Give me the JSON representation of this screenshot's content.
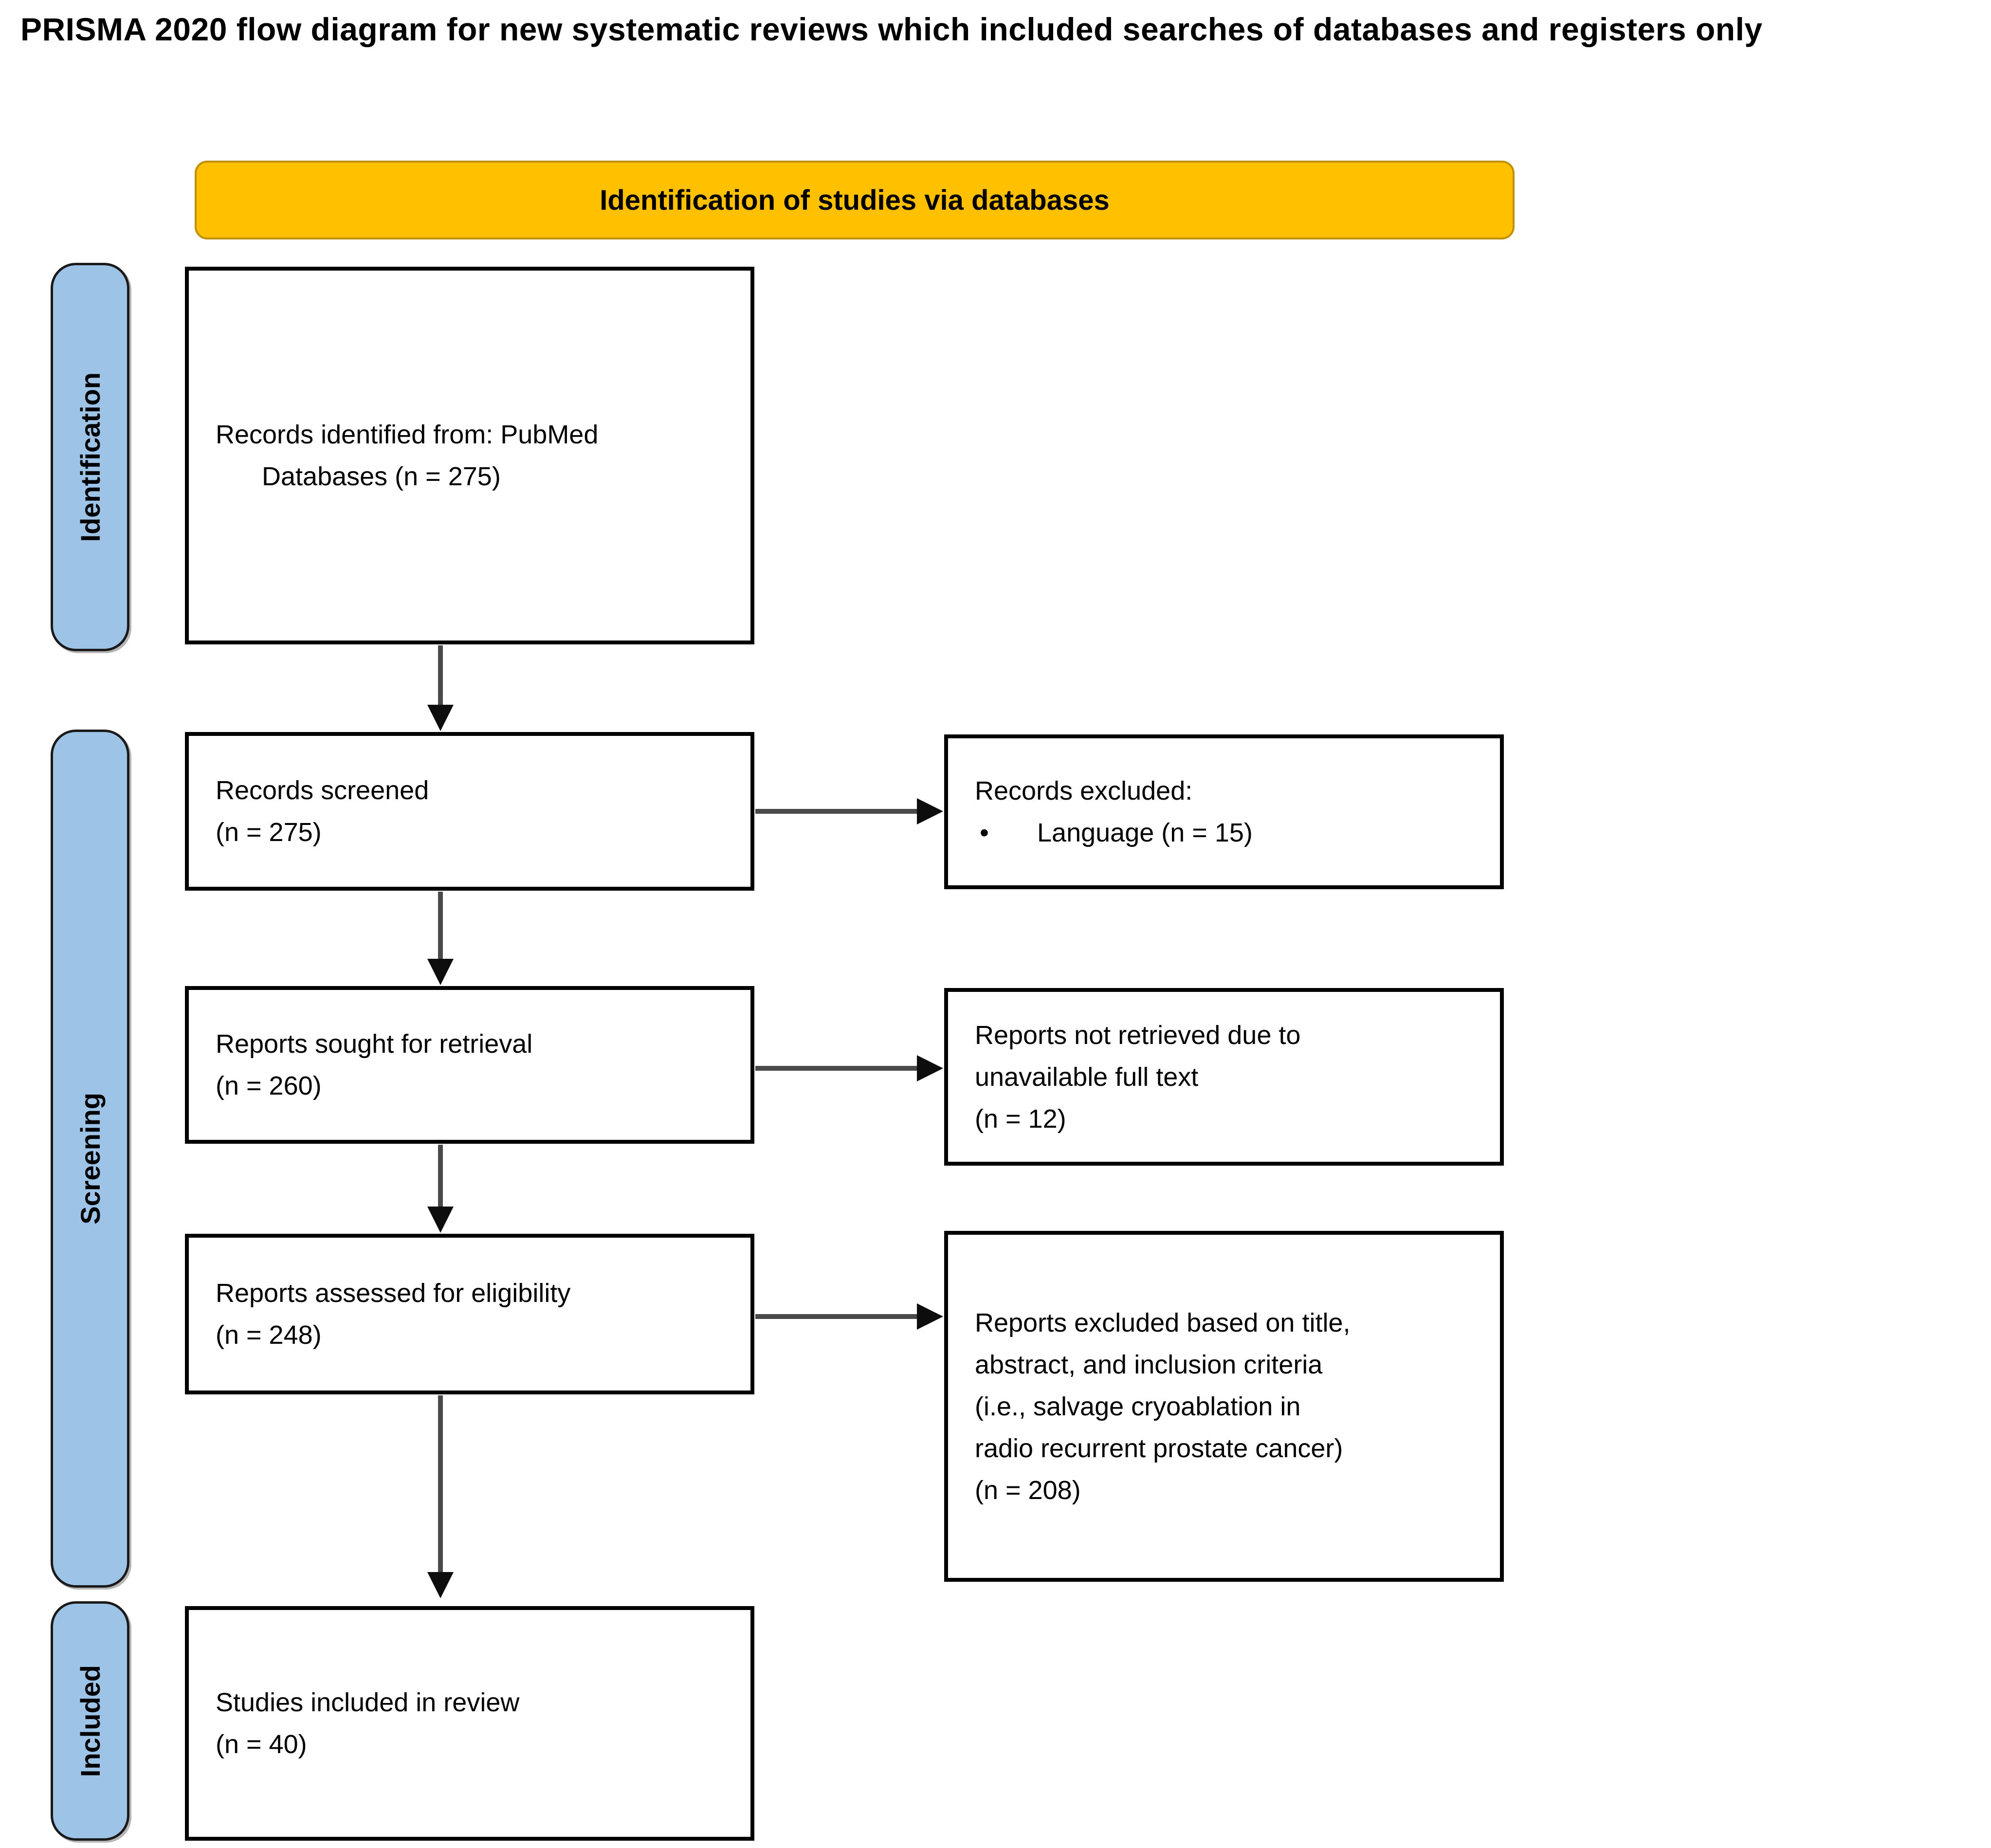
{
  "title": "PRISMA 2020 flow diagram for new systematic reviews which included searches of databases and registers only",
  "banner": {
    "label": "Identification of studies via databases",
    "fill": "#FFC000"
  },
  "sidebar": {
    "fill": "#9DC3E6",
    "stages": [
      {
        "label": "Identification"
      },
      {
        "label": "Screening"
      },
      {
        "label": "Included"
      }
    ]
  },
  "flow": {
    "records_identified": {
      "lines": [
        "Records identified from: PubMed",
        "Databases (n = 275)"
      ]
    },
    "records_screened": {
      "lines": [
        "Records screened",
        "(n = 275)"
      ]
    },
    "reports_sought": {
      "lines": [
        "Reports sought for retrieval",
        "(n = 260)"
      ]
    },
    "reports_assessed": {
      "lines": [
        "Reports assessed for eligibility",
        "(n = 248)"
      ]
    },
    "studies_included": {
      "lines": [
        "Studies included in review",
        "(n = 40)"
      ]
    }
  },
  "exclusions": {
    "records_excluded": {
      "heading": "Records excluded:",
      "bullet": "•",
      "items": [
        "Language (n = 15)"
      ]
    },
    "reports_not_retrieved": {
      "lines": [
        "Reports not retrieved due to",
        "unavailable full text",
        "(n = 12)"
      ]
    },
    "reports_excluded": {
      "lines": [
        "Reports excluded based on title,",
        "abstract, and inclusion criteria",
        "(i.e., salvage cryoablation in",
        "radio recurrent prostate cancer)",
        "(n = 208)"
      ]
    }
  },
  "colors": {
    "banner_fill": "#FFC000",
    "banner_border": "#BF9000",
    "stage_fill": "#9DC3E6",
    "box_border": "#000000",
    "arrow_line": "#4a4a4a",
    "arrow_head": "#0d0d0d"
  }
}
